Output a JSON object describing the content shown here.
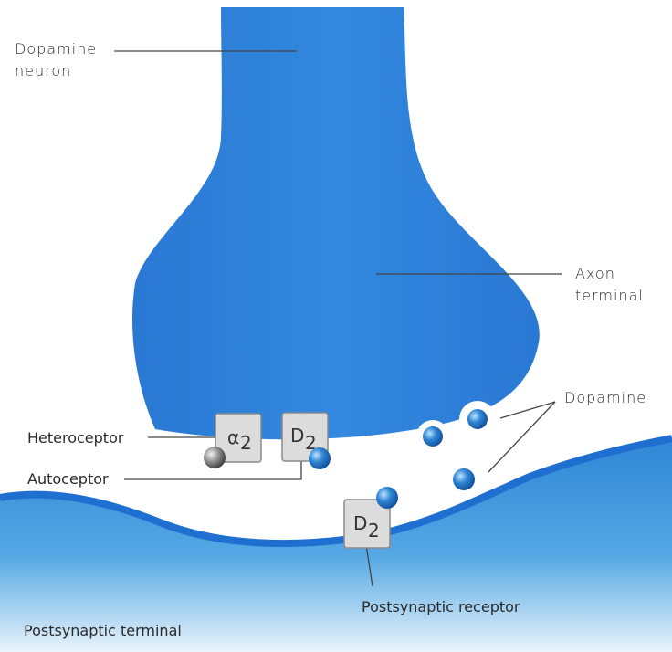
{
  "labels": {
    "dopamine_neuron": [
      "Dopamine",
      "neuron"
    ],
    "axon_terminal": [
      "Axon",
      "terminal"
    ],
    "dopamine": "Dopamine",
    "heteroceptor": "Heteroceptor",
    "autoceptor": "Autoceptor",
    "postsynaptic_receptor": "Postsynaptic receptor",
    "postsynaptic_terminal": "Postsynaptic terminal"
  },
  "receptors": {
    "alpha2": {
      "symbol": "α",
      "sub": "2"
    },
    "d2_auto": {
      "symbol": "D",
      "sub": "2"
    },
    "d2_post": {
      "symbol": "D",
      "sub": "2"
    }
  },
  "colors": {
    "neuron": "#2f7fd8",
    "postsynaptic_edge": "#1f6fd0",
    "postsynaptic_fill": "#3a92d9",
    "dopamine": "#1f72c4",
    "receptor": "#dcdcdc"
  }
}
